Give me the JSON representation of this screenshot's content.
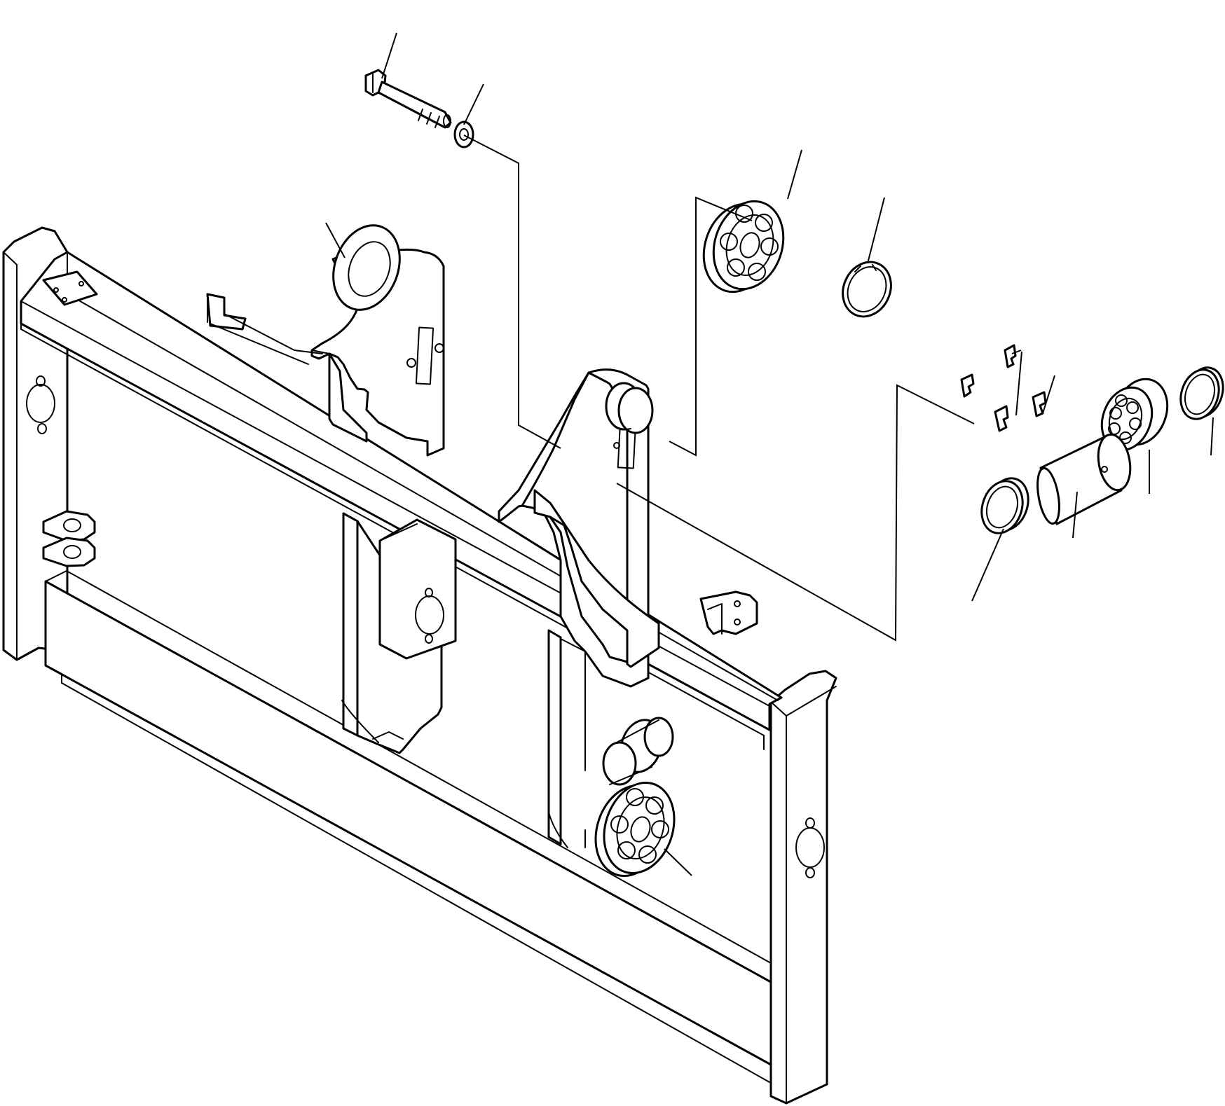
{
  "diagram": {
    "kind": "exploded-parts-view",
    "line_color": "#000000",
    "background": "#ffffff",
    "parts": [
      {
        "id": "bolt",
        "icon": "hex-bolt-icon"
      },
      {
        "id": "washer",
        "icon": "flat-washer-icon"
      },
      {
        "id": "roller-upper-left",
        "icon": "roller-bearing-icon"
      },
      {
        "id": "roller-upper-right",
        "icon": "roller-bearing-icon"
      },
      {
        "id": "snap-ring",
        "icon": "snap-ring-icon"
      },
      {
        "id": "shim-a",
        "icon": "shim-icon"
      },
      {
        "id": "shim-b",
        "icon": "shim-icon"
      },
      {
        "id": "bearing-small",
        "icon": "needle-bearing-icon"
      },
      {
        "id": "collar-right",
        "icon": "collar-icon"
      },
      {
        "id": "collar-left",
        "icon": "collar-icon"
      },
      {
        "id": "pin",
        "icon": "pin-icon"
      },
      {
        "id": "roller-lower",
        "icon": "roller-bearing-icon"
      },
      {
        "id": "carriage-frame",
        "icon": "carriage-frame-icon"
      }
    ]
  }
}
